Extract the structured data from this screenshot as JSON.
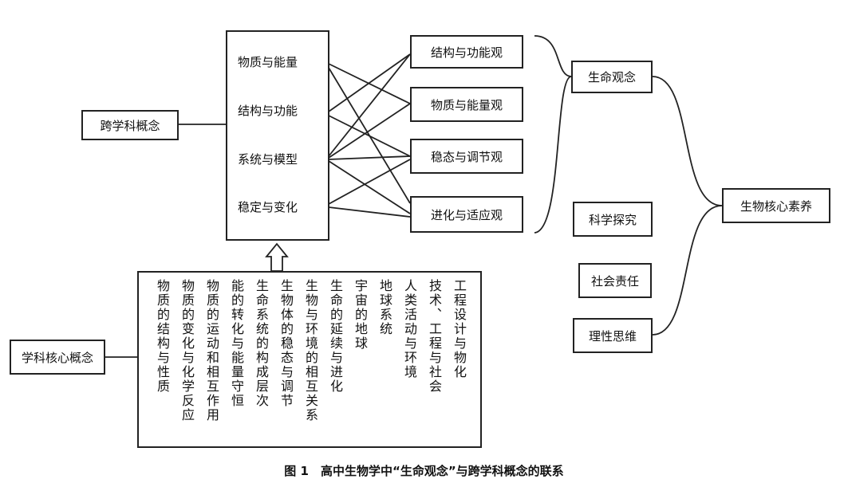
{
  "cross_concept": {
    "label": "跨学科概念"
  },
  "cross_items": [
    "物质与能量",
    "结构与功能",
    "系统与模型",
    "稳定与变化"
  ],
  "life_views": [
    "结构与功能观",
    "物质与能量观",
    "稳态与调节观",
    "进化与适应观"
  ],
  "life_concept": {
    "label": "生命观念"
  },
  "competencies": [
    "科学探究",
    "社会责任",
    "理性思维"
  ],
  "core_literacy": {
    "label": "生物核心素养"
  },
  "discipline_core": {
    "label": "学科核心概念"
  },
  "discipline_items": [
    "物质的结构与性质",
    "物质的变化与化学反应",
    "物质的运动和相互作用",
    "能的转化与能量守恒",
    "生命系统的构成层次",
    "生物体的稳态与调节",
    "生物与环境的相互关系",
    "生命的延续与进化",
    "宇宙的地球",
    "地球系统",
    "人类活动与环境",
    "技术、工程与社会",
    "工程设计与物化"
  ],
  "caption": "图 1　高中生物学中“生命观念”与跨学科概念的联系"
}
